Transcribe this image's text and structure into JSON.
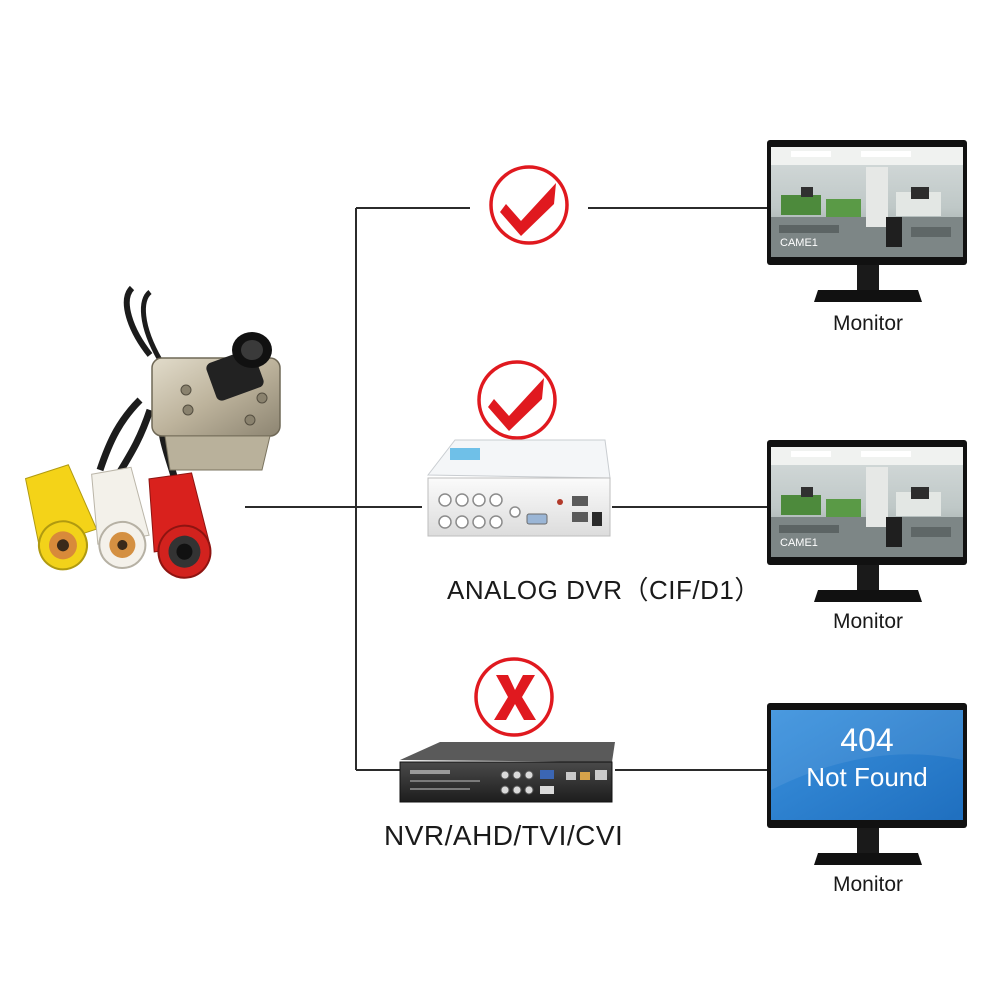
{
  "diagram": {
    "monitors": [
      {
        "label": "Monitor",
        "screen": "camera-feed",
        "caption": "CAME1",
        "status": "compatible"
      },
      {
        "label": "Monitor",
        "screen": "camera-feed",
        "caption": "CAME1",
        "status": "compatible"
      },
      {
        "label": "Monitor",
        "screen": "error",
        "error_code": "404",
        "error_text": "Not Found",
        "status": "incompatible"
      }
    ],
    "devices": {
      "analog_dvr": "ANALOG DVR（CIF/D1）",
      "nvr": "NVR/AHD/TVI/CVI"
    },
    "icons": {
      "ok": "red-check-icon",
      "no": "red-x-icon"
    },
    "colors": {
      "accent_red": "#e0191f",
      "error_screen_blue": "#2a7fd0",
      "rca_yellow": "#f4d318",
      "rca_red": "#d9211d"
    }
  }
}
